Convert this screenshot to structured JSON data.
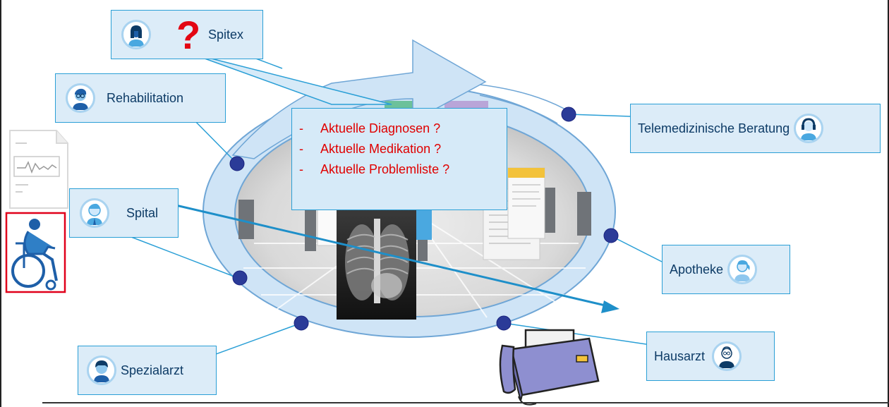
{
  "callouts": {
    "spitex": "Spitex",
    "rehabilitation": "Rehabilitation",
    "spital": "Spital",
    "spezialarzt": "Spezialarzt",
    "telemedizin": "Telemedizinische Beratung",
    "apotheke": "Apotheke",
    "hausarzt": "Hausarzt"
  },
  "question_mark": "?",
  "questions": [
    {
      "dash": "-",
      "text": "Aktuelle Diagnosen ?"
    },
    {
      "dash": "-",
      "text": "Aktuelle Medikation ?"
    },
    {
      "dash": "-",
      "text": "Aktuelle Problemliste ?"
    }
  ],
  "colors": {
    "ring_fill": "#cfe4f6",
    "ring_stroke": "#6fa6d6",
    "node": "#2b3b98",
    "callout_border": "#2a9fd6",
    "callout_bg": "#dcecf8",
    "question_text": "#e00000",
    "arrow_blue": "#1e8fc9"
  },
  "icons": [
    "doctor-avatar-icon",
    "nurse-avatar-icon",
    "question-mark-icon",
    "fax-machine-icon",
    "wheelchair-patient-icon",
    "document-ecg-icon",
    "xray-icon"
  ]
}
